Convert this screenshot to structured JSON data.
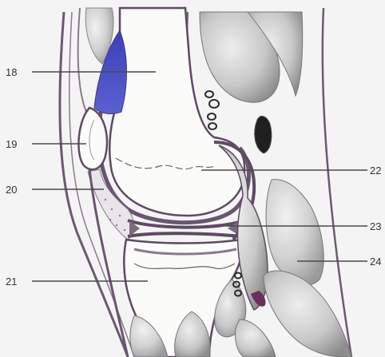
{
  "labels": {
    "l18": "18",
    "l19": "19",
    "l20": "20",
    "l21": "21",
    "l22": "22",
    "l23": "23",
    "l24": "24"
  },
  "colors": {
    "bone": "#fbfbfa",
    "outline": "#5e4a63",
    "bursa": "#4a4fc4",
    "muscle": "#bdbdbd",
    "vessel": "#2a2a2a",
    "background": "#f4f4f4"
  }
}
